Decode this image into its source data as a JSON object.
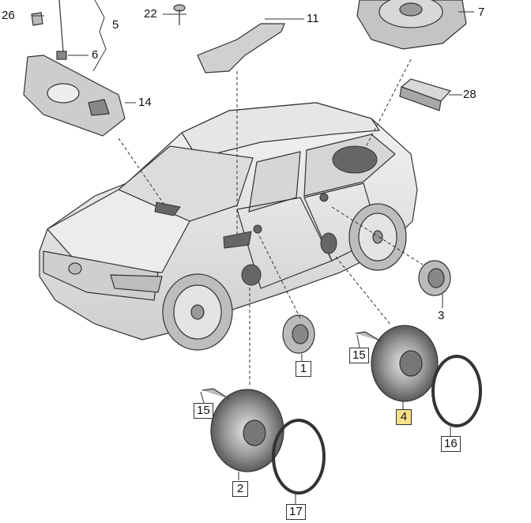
{
  "diagram": {
    "callouts": [
      {
        "id": "c26",
        "label": "26"
      },
      {
        "id": "c5",
        "label": "5"
      },
      {
        "id": "c6",
        "label": "6"
      },
      {
        "id": "c22",
        "label": "22"
      },
      {
        "id": "c11",
        "label": "11"
      },
      {
        "id": "c7",
        "label": "7"
      },
      {
        "id": "c14",
        "label": "14"
      },
      {
        "id": "c28",
        "label": "28"
      },
      {
        "id": "c3",
        "label": "3"
      },
      {
        "id": "c1",
        "label": "1"
      },
      {
        "id": "c15a",
        "label": "15"
      },
      {
        "id": "c15b",
        "label": "15"
      },
      {
        "id": "c4",
        "label": "4"
      },
      {
        "id": "c16",
        "label": "16"
      },
      {
        "id": "c2",
        "label": "2"
      },
      {
        "id": "c17",
        "label": "17"
      }
    ],
    "highlight_color": "#f7e08a",
    "line_color": "#333333"
  }
}
